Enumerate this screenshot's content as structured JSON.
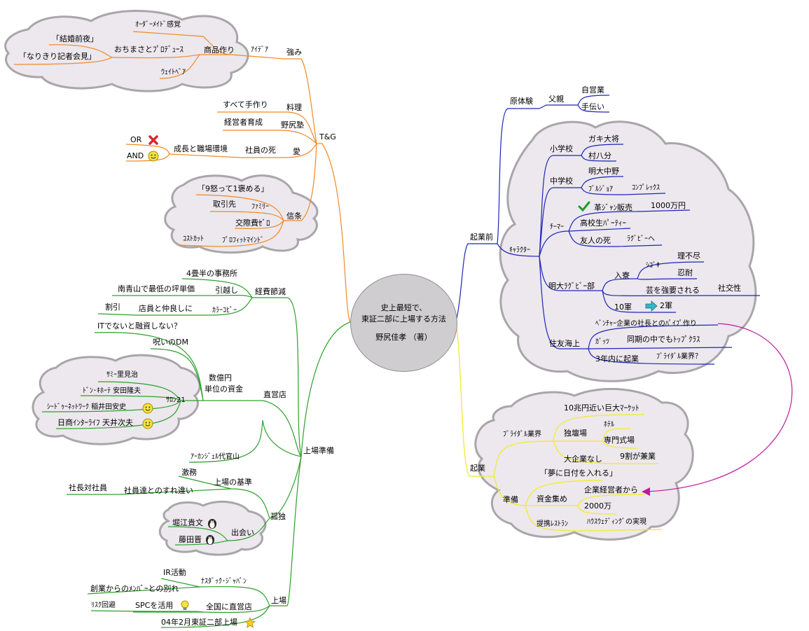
{
  "center": {
    "line1": "史上最短で、",
    "line2": "東証二部に上場する方法",
    "line3": "野尻佳孝 （著）"
  },
  "colors": {
    "orange": "#f08a24",
    "green": "#2ea02e",
    "blue": "#1d27b8",
    "yellow": "#f4ea3a",
    "link": "#c0199e",
    "cloud_fill": "#ece8ee",
    "cloud_stroke": "#a9a6a9"
  },
  "tg": {
    "root": "T&G",
    "strength": "強み",
    "idea": "ｱｲﾃﾞｱ",
    "product": "商品作り",
    "order_made": "ｵｰﾀﾞｰﾒｲﾄﾞ感覚",
    "ochimasa": "おちまさとﾌﾟﾛﾃﾞｭｰｽ",
    "kekkon": "「結婚前夜」",
    "narikiri": "「なりきり記者会見」",
    "wedding": "ｳｪｲﾄﾍﾞｱ",
    "cooking": "料理",
    "handmade": "すべて手作り",
    "nojiri_juku": "野尻塾",
    "mgr_training": "経営者育成",
    "love": "愛",
    "staff_death": "社員の死",
    "growth": "成長と職場環境",
    "or": "OR",
    "and": "AND",
    "belief": "信条",
    "nine_anger": "「9怒って1褒める」",
    "family": "ﾌｧﾐﾘｰ",
    "clients": "取引先",
    "zero_cost": "交際費ｾﾞﾛ",
    "profit_mind": "ﾌﾟﾛﾌｨｯﾄﾏｲﾝﾄﾞ",
    "cost_cut": "ｺｽﾄｶｯﾄ"
  },
  "listing": {
    "root": "上場準備",
    "cost_cut": "経費節減",
    "office": "4畳半の事務所",
    "moving": "引越し",
    "cheap_area": "南青山で最低の坪単価",
    "copier": "ｶﾗｰｺﾋﾟｰ",
    "staff_close": "店員と仲良しに",
    "discount": "割引",
    "direct_store": "直営店",
    "funds": "数億円",
    "funds2": "単位の資金",
    "not_it": "ITでないと融資しない？",
    "cursed_dm": "呪いのDM",
    "salon": "ｻﾛﾝ21",
    "sammy": "ｻﾐｰ里見治",
    "donki": "ﾄﾞﾝ･ｷﾎｰﾃ 安田隆夫",
    "seed": "ｼｰﾄﾞｩｰﾈｯﾄﾜｰｸ 稲井田安史",
    "nissho": "日商ｲﾝﾀｰﾗｲﾌ 天井次夫",
    "arcangel": "ｱｰｶﾝｼﾞｪﾙ代官山",
    "solitude": "孤独",
    "criteria": "上場の基準",
    "busy": "激務",
    "gap": "社員達とのすれ違い",
    "president": "社長対社員",
    "meet": "出会い",
    "horie": "堀江貴文",
    "fujita": "藤田晋",
    "listing": "上場",
    "nasdaq": "ﾅｽﾀﾞｯｸ･ｼﾞｬﾊﾟﾝ",
    "ir": "IR活動",
    "farewell": "創業からのﾒﾝﾊﾞｰとの別れ",
    "nationwide": "全国に直営店",
    "spc": "SPCを活用",
    "risk": "ﾘｽｸ回避",
    "tse": "04年2月東証二部上場"
  },
  "before": {
    "root": "起業前",
    "origin": "原体験",
    "father": "父親",
    "self": "自営業",
    "help": "手伝い",
    "character": "ｷｬﾗｸﾀｰ",
    "elementary": "小学校",
    "gaki": "ガキ大将",
    "mura": "村八分",
    "junior": "中学校",
    "meidai": "明大中野",
    "bourgeois": "ﾌﾞﾙｼﾞｮｱ",
    "complex": "ｺﾝﾌﾟﾚｯｸｽ",
    "teamer": "ﾁｰﾏｰ",
    "leather": "革ｼﾞｬﾝ販売",
    "ten_million": "1000万円",
    "party": "高校生ﾊﾟｰﾃｨｰ",
    "friend_death": "友人の死",
    "rugby_to": "ﾗｸﾞﾋﾞｰへ",
    "rugby_club": "明大ﾗｸﾞﾋﾞｰ部",
    "join": "入寮",
    "shigoki": "ｼｺﾞｷ",
    "unfair": "理不尽",
    "endure": "忍耐",
    "forced": "芸を強要される",
    "social": "社交性",
    "team10": "10軍",
    "team2": "2軍",
    "sumitomo": "住友海上",
    "pipe": "ﾍﾞﾝﾁｬｰ企業の社長とのﾊﾟｲﾌﾟ作り",
    "guts": "ｶﾞｯﾂ",
    "top_class": "同期の中でもﾄｯﾌﾟｸﾗｽ",
    "three_year": "3年内に起業",
    "bridal_q": "ﾌﾞﾗｲﾀﾞﾙ業界？"
  },
  "startup": {
    "root": "起業",
    "bridal": "ﾌﾞﾗｲﾀﾞﾙ業界",
    "trillion": "10兆円近い巨大ﾏｰｹｯﾄ",
    "solo": "独壇場",
    "hotel": "ﾎﾃﾙ",
    "chapel": "専門式場",
    "no_big": "大企業なし",
    "ninety": "9割が兼業",
    "prep": "準備",
    "dream": "「夢に日付を入れる」",
    "raise": "資金集め",
    "from_exec": "企業経営者から",
    "twenty_m": "2000万",
    "partner": "提携ﾚｽﾄﾗﾝ",
    "house_wedding": "ﾊｳｽｳｪﾃﾞｨﾝｸﾞの実現"
  }
}
